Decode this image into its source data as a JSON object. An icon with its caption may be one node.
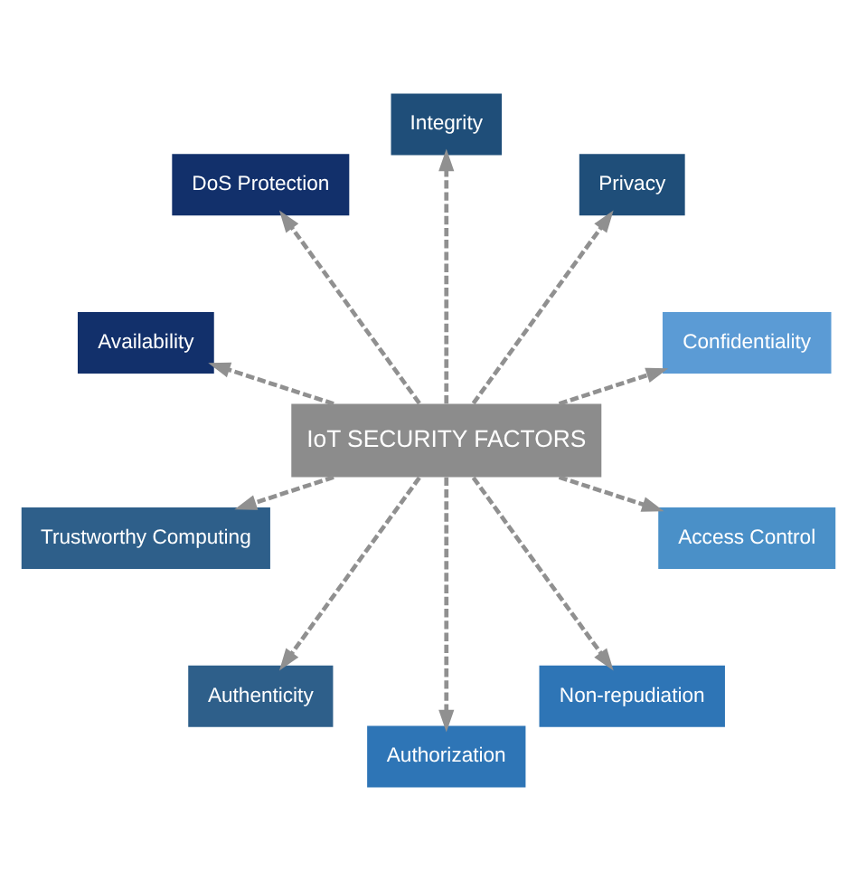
{
  "diagram": {
    "nodes": [
      {
        "text": [
          "IoT SECURITY FACTORS"
        ]
      },
      {
        "text": [
          "Confidentiality"
        ]
      },
      {
        "text": [
          "Privacy"
        ]
      },
      {
        "text": [
          "Integrity"
        ]
      },
      {
        "text": [
          "DoS Protection"
        ]
      },
      {
        "text": [
          "Availability"
        ]
      },
      {
        "text": [
          "Trustworthy Computing"
        ]
      },
      {
        "text": [
          "Authenticity"
        ]
      },
      {
        "text": [
          "Authorization"
        ]
      },
      {
        "text": [
          "Non-repudiation"
        ]
      },
      {
        "text": [
          "Access Control"
        ]
      }
    ],
    "edges": [
      {
        "from": 0,
        "to": 1,
        "arrow": "to",
        "style": "dashed"
      },
      {
        "from": 0,
        "to": 3,
        "arrow": "to",
        "style": "dashed"
      },
      {
        "from": 0,
        "to": 5,
        "arrow": "to",
        "style": "dashed"
      },
      {
        "from": 0,
        "to": 7,
        "arrow": "to",
        "style": "dashed"
      },
      {
        "from": 0,
        "to": 9,
        "arrow": "to",
        "style": "dashed"
      },
      {
        "from": 0,
        "to": 10,
        "arrow": "to",
        "style": "dashed"
      },
      {
        "from": 0,
        "to": 8,
        "arrow": "to",
        "style": "dashed"
      },
      {
        "from": 0,
        "to": 6,
        "arrow": "to",
        "style": "dashed"
      },
      {
        "from": 0,
        "to": 4,
        "arrow": "to",
        "style": "dashed"
      },
      {
        "from": 0,
        "to": 2,
        "arrow": "to",
        "style": "dashed"
      }
    ]
  }
}
